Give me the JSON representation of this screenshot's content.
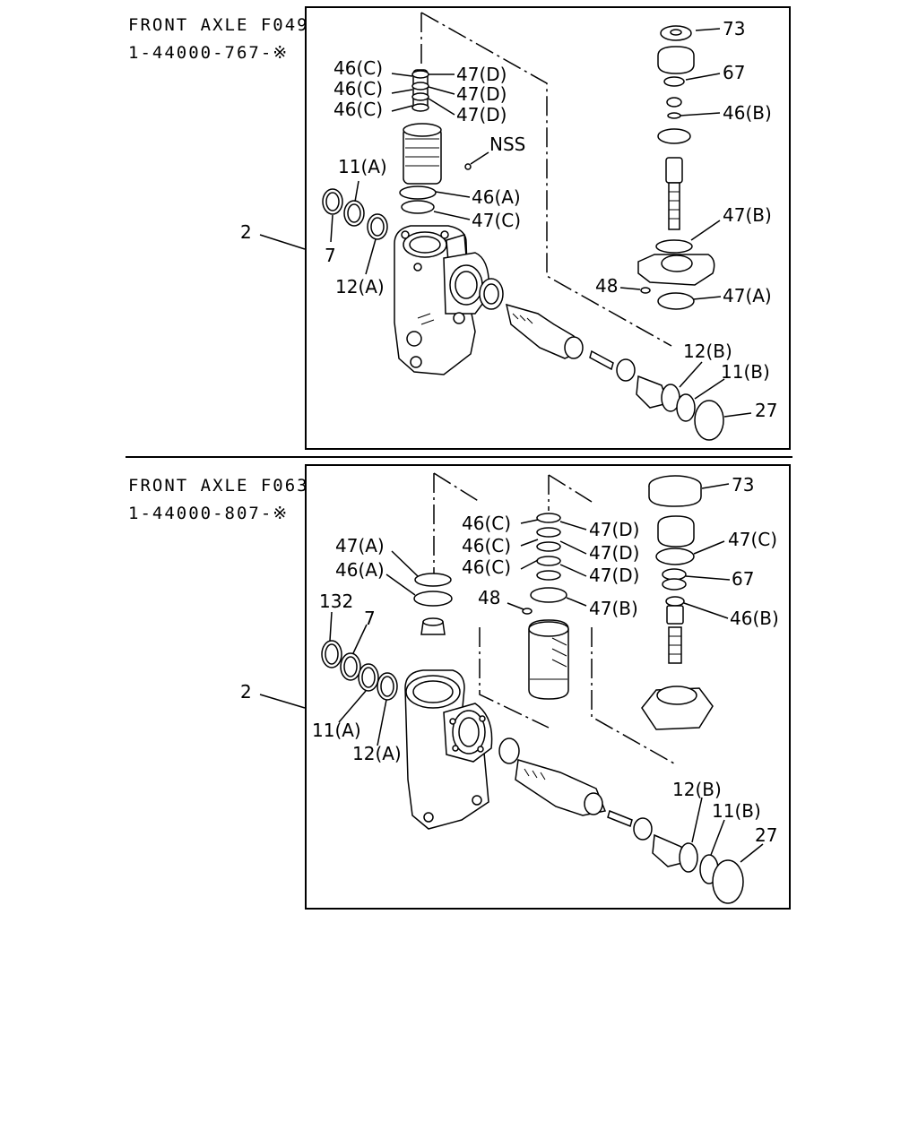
{
  "panels": [
    {
      "title": "FRONT AXLE F049",
      "part_number": "1-44000-767-※",
      "assembly_callout": "2",
      "callouts": [
        "73",
        "67",
        "46(B)",
        "47(B)",
        "47(A)",
        "48",
        "46(C)",
        "46(C)",
        "46(C)",
        "47(D)",
        "47(D)",
        "47(D)",
        "NSS",
        "46(A)",
        "47(C)",
        "11(A)",
        "7",
        "12(A)",
        "12(B)",
        "11(B)",
        "27"
      ]
    },
    {
      "title": "FRONT AXLE F063",
      "part_number": "1-44000-807-※",
      "assembly_callout": "2",
      "callouts": [
        "73",
        "47(C)",
        "67",
        "46(B)",
        "46(C)",
        "46(C)",
        "46(C)",
        "47(D)",
        "47(D)",
        "47(D)",
        "47(B)",
        "48",
        "47(A)",
        "46(A)",
        "132",
        "7",
        "11(A)",
        "12(A)",
        "12(B)",
        "11(B)",
        "27"
      ]
    }
  ]
}
